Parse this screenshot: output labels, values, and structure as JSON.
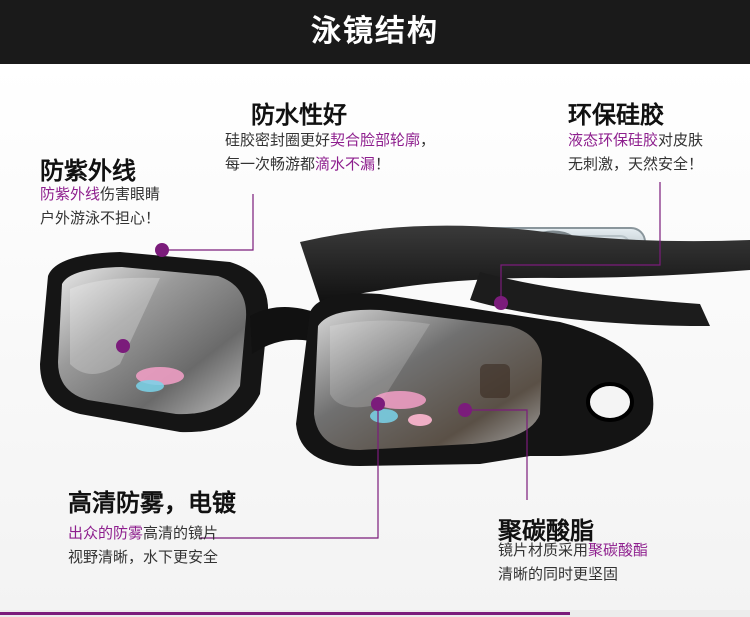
{
  "title": "泳镜结构",
  "features": {
    "waterproof": {
      "heading": "防水性好",
      "line1_pre": "硅胶密封圈更好",
      "line1_hl": "契合脸部轮廓",
      "line1_post": "，",
      "line2_pre": "每一次畅游都",
      "line2_hl": "滴水不漏",
      "line2_post": "！"
    },
    "eco": {
      "heading": "环保硅胶",
      "line1_hl": "液态环保硅胶",
      "line1_post": "对皮肤",
      "line2": "无刺激，天然安全！"
    },
    "uv": {
      "heading": "防紫外线",
      "line1_hl": "防紫外线",
      "line1_post": "伤害眼睛",
      "line2": "户外游泳不担心！"
    },
    "antifog": {
      "heading": "高清防雾，电镀",
      "line1_hl": "出众的防雾",
      "line1_post": "高清的镜片",
      "line2": "视野清晰，水下更安全"
    },
    "pc": {
      "heading": "聚碳酸脂",
      "line1_pre": "镜片材质采用",
      "line1_hl": "聚碳酸酯",
      "line2": "清晰的同时更坚固"
    }
  },
  "colors": {
    "accent": "#7b1c7b",
    "banner": "#1a1a1a"
  }
}
